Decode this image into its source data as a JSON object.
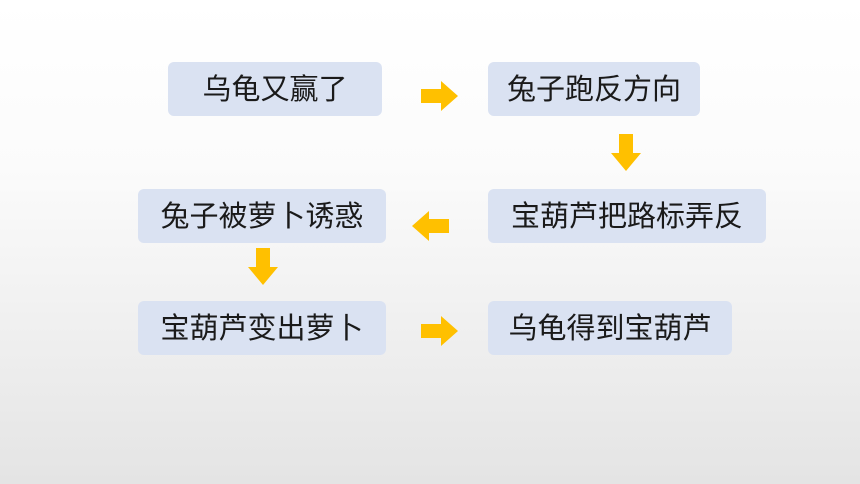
{
  "slide": {
    "boxes": {
      "b1": "乌龟又赢了",
      "b2": "兔子跑反方向",
      "b3": "宝葫芦把路标弄反",
      "b4": "兔子被萝卜诱惑",
      "b5": "宝葫芦变出萝卜",
      "b6": "乌龟得到宝葫芦"
    },
    "colors": {
      "box_fill": "#dae2f2",
      "arrow_fill": "#ffc000",
      "text": "#1a1a1a"
    },
    "arrow_icons": [
      "arrow-right-icon",
      "arrow-down-icon",
      "arrow-left-icon",
      "arrow-down-icon",
      "arrow-right-icon"
    ]
  }
}
